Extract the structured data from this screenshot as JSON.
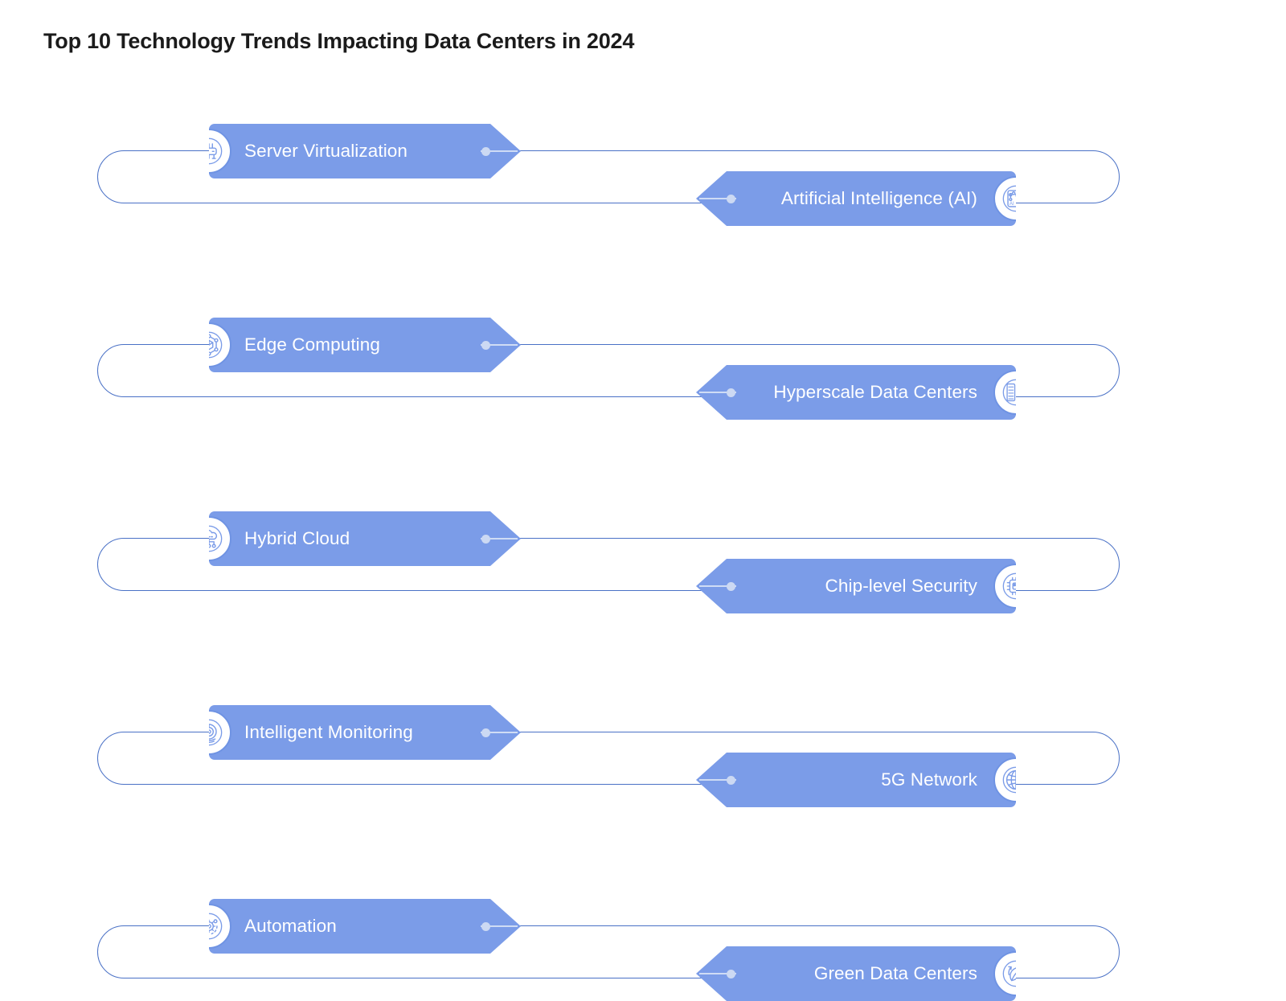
{
  "title": "Top 10 Technology Trends Impacting Data Centers in 2024",
  "colors": {
    "banner_fill": "#7b9ce8",
    "track_stroke": "#4a71c6",
    "badge_ring": "#6f93e3",
    "label_text": "#ffffff",
    "title_text": "#1b1b1b",
    "connector": "#ccd9f3",
    "background": "#ffffff"
  },
  "rows": [
    {
      "left": {
        "label": "Server Virtualization",
        "icon": "server-rack-icon"
      },
      "right": {
        "label": "Artificial Intelligence (AI)",
        "icon": "ai-circuit-icon"
      }
    },
    {
      "left": {
        "label": "Edge Computing",
        "icon": "cube-network-icon"
      },
      "right": {
        "label": "Hyperscale Data Centers",
        "icon": "server-cabinets-icon"
      }
    },
    {
      "left": {
        "label": "Hybrid Cloud",
        "icon": "cloud-network-icon"
      },
      "right": {
        "label": "Chip-level Security",
        "icon": "microchip-icon"
      }
    },
    {
      "left": {
        "label": "Intelligent Monitoring",
        "icon": "radar-monitor-icon"
      },
      "right": {
        "label": "5G Network",
        "icon": "globe-icon"
      }
    },
    {
      "left": {
        "label": "Automation",
        "icon": "gear-orbit-icon"
      },
      "right": {
        "label": "Green Data Centers",
        "icon": "leaf-recycle-icon"
      }
    }
  ]
}
